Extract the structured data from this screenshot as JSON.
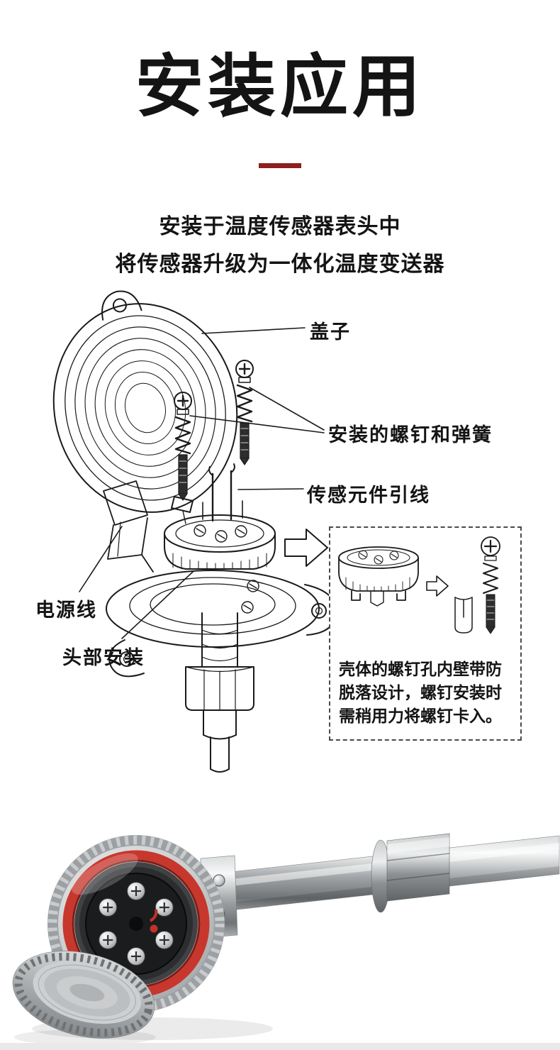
{
  "page": {
    "title": "安装应用",
    "subtitle_line1": "安装于温度传感器表头中",
    "subtitle_line2": "将传感器升级为一体化温度变送器",
    "accent_color": "#8e1f1f"
  },
  "diagram": {
    "labels": {
      "cover": "盖子",
      "screws_and_springs": "安装的螺钉和弹簧",
      "sensor_leads": "传感元件引线",
      "power_cable": "电源线",
      "head_mount": "头部安装"
    },
    "detail_box": {
      "note": "壳体的螺钉孔内壁带防脱落设计，螺钉安装时需稍用力将螺钉卡入。"
    }
  },
  "photo": {
    "red_ring_color": "#c8372d"
  }
}
